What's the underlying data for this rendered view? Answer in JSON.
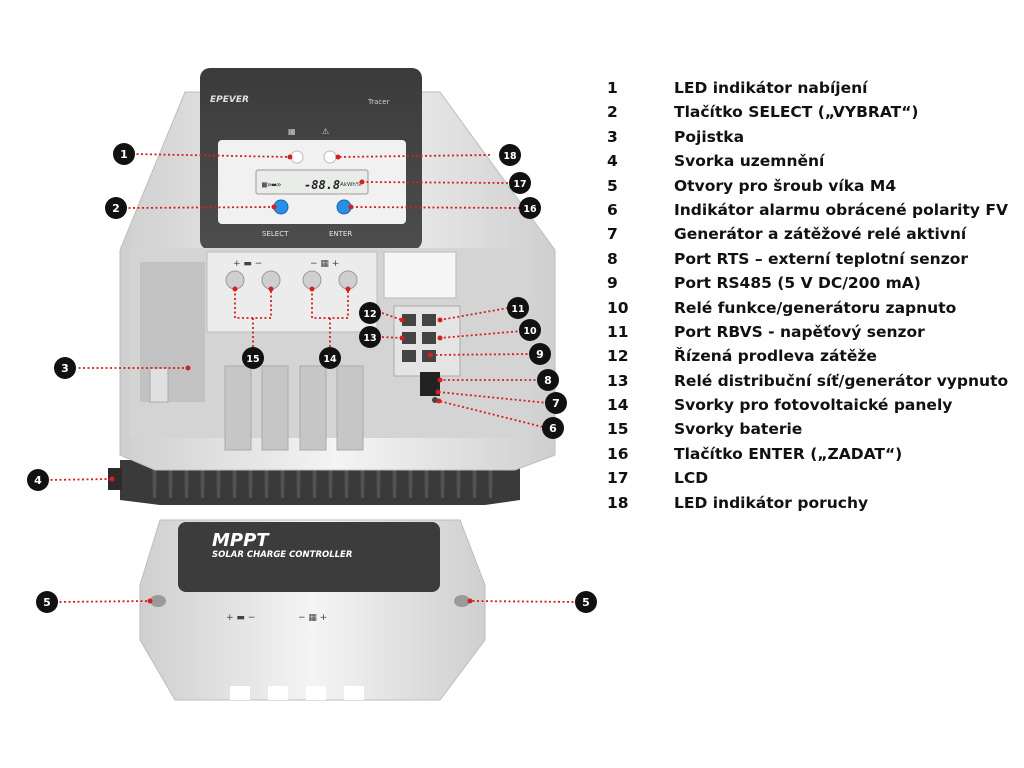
{
  "device": {
    "brand": "EPEVER",
    "model": "Tracer",
    "button_select": "SELECT",
    "button_enter": "ENTER",
    "lcd_text": "-88.8",
    "lcd_units": "AkWh%",
    "cover_title": "MPPT",
    "cover_subtitle": "SOLAR CHARGE CONTROLLER"
  },
  "callouts": [
    "1",
    "2",
    "3",
    "4",
    "5",
    "6",
    "7",
    "8",
    "9",
    "10",
    "11",
    "12",
    "13",
    "14",
    "15",
    "16",
    "17",
    "18"
  ],
  "legend": [
    {
      "num": "1",
      "text": "LED indikátor nabíjení"
    },
    {
      "num": "2",
      "text": "Tlačítko SELECT („VYBRAT“)"
    },
    {
      "num": "3",
      "text": "Pojistka"
    },
    {
      "num": "4",
      "text": "Svorka uzemnění"
    },
    {
      "num": "5",
      "text": "Otvory pro šroub víka M4"
    },
    {
      "num": "6",
      "text": "Indikátor alarmu obrácené polarity FV"
    },
    {
      "num": "7",
      "text": "Generátor a zátěžové relé aktivní"
    },
    {
      "num": "8",
      "text": "Port RTS – externí teplotní senzor"
    },
    {
      "num": "9",
      "text": "Port RS485 (5 V DC/200 mA)"
    },
    {
      "num": "10",
      "text": "Relé funkce/generátoru zapnuto"
    },
    {
      "num": "11",
      "text": "Port RBVS - napěťový senzor"
    },
    {
      "num": "12",
      "text": "Řízená prodleva zátěže"
    },
    {
      "num": "13",
      "text": "Relé distribuční síť/generátor vypnuto"
    },
    {
      "num": "14",
      "text": "Svorky pro fotovoltaické panely"
    },
    {
      "num": "15",
      "text": "Svorky baterie"
    },
    {
      "num": "16",
      "text": "Tlačítko ENTER („ZADAT“)"
    },
    {
      "num": "17",
      "text": "LCD"
    },
    {
      "num": "18",
      "text": "LED indikátor poruchy"
    }
  ]
}
